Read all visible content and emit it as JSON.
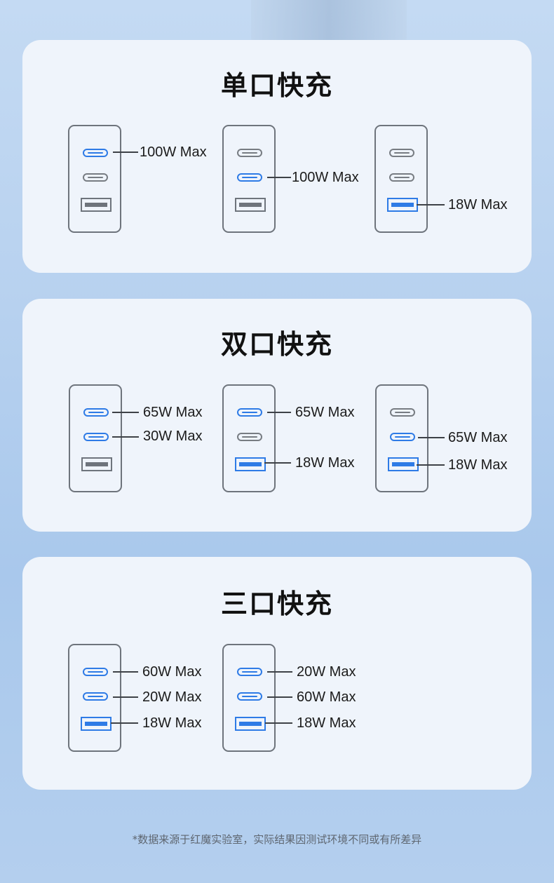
{
  "sections": [
    {
      "title": "单口快充",
      "chargers": [
        {
          "ports": [
            {
              "type": "usb-c",
              "active": true,
              "label": "100W Max"
            },
            {
              "type": "usb-c",
              "active": false,
              "label": ""
            },
            {
              "type": "usb-a",
              "active": false,
              "label": ""
            }
          ]
        },
        {
          "ports": [
            {
              "type": "usb-c",
              "active": false,
              "label": ""
            },
            {
              "type": "usb-c",
              "active": true,
              "label": "100W Max"
            },
            {
              "type": "usb-a",
              "active": false,
              "label": ""
            }
          ]
        },
        {
          "ports": [
            {
              "type": "usb-c",
              "active": false,
              "label": ""
            },
            {
              "type": "usb-c",
              "active": false,
              "label": ""
            },
            {
              "type": "usb-a",
              "active": true,
              "label": "18W Max"
            }
          ]
        }
      ]
    },
    {
      "title": "双口快充",
      "chargers": [
        {
          "ports": [
            {
              "type": "usb-c",
              "active": true,
              "label": "65W Max"
            },
            {
              "type": "usb-c",
              "active": true,
              "label": "30W Max"
            },
            {
              "type": "usb-a",
              "active": false,
              "label": ""
            }
          ]
        },
        {
          "ports": [
            {
              "type": "usb-c",
              "active": true,
              "label": "65W Max"
            },
            {
              "type": "usb-c",
              "active": false,
              "label": ""
            },
            {
              "type": "usb-a",
              "active": true,
              "label": "18W Max"
            }
          ]
        },
        {
          "ports": [
            {
              "type": "usb-c",
              "active": false,
              "label": ""
            },
            {
              "type": "usb-c",
              "active": true,
              "label": "65W Max"
            },
            {
              "type": "usb-a",
              "active": true,
              "label": "18W Max"
            }
          ]
        }
      ]
    },
    {
      "title": "三口快充",
      "chargers": [
        {
          "ports": [
            {
              "type": "usb-c",
              "active": true,
              "label": "60W Max"
            },
            {
              "type": "usb-c",
              "active": true,
              "label": "20W Max"
            },
            {
              "type": "usb-a",
              "active": true,
              "label": "18W Max"
            }
          ]
        },
        {
          "ports": [
            {
              "type": "usb-c",
              "active": true,
              "label": "20W Max"
            },
            {
              "type": "usb-c",
              "active": true,
              "label": "60W Max"
            },
            {
              "type": "usb-a",
              "active": true,
              "label": "18W Max"
            }
          ]
        }
      ]
    }
  ],
  "footnote": "*数据来源于红魔实验室，实际结果因测试环境不同或有所差异",
  "colors": {
    "active_port": "#2e7be6",
    "inactive_port": "#777c82",
    "card_bg": "#eff4fb",
    "page_bg": "#b7d1ef"
  }
}
